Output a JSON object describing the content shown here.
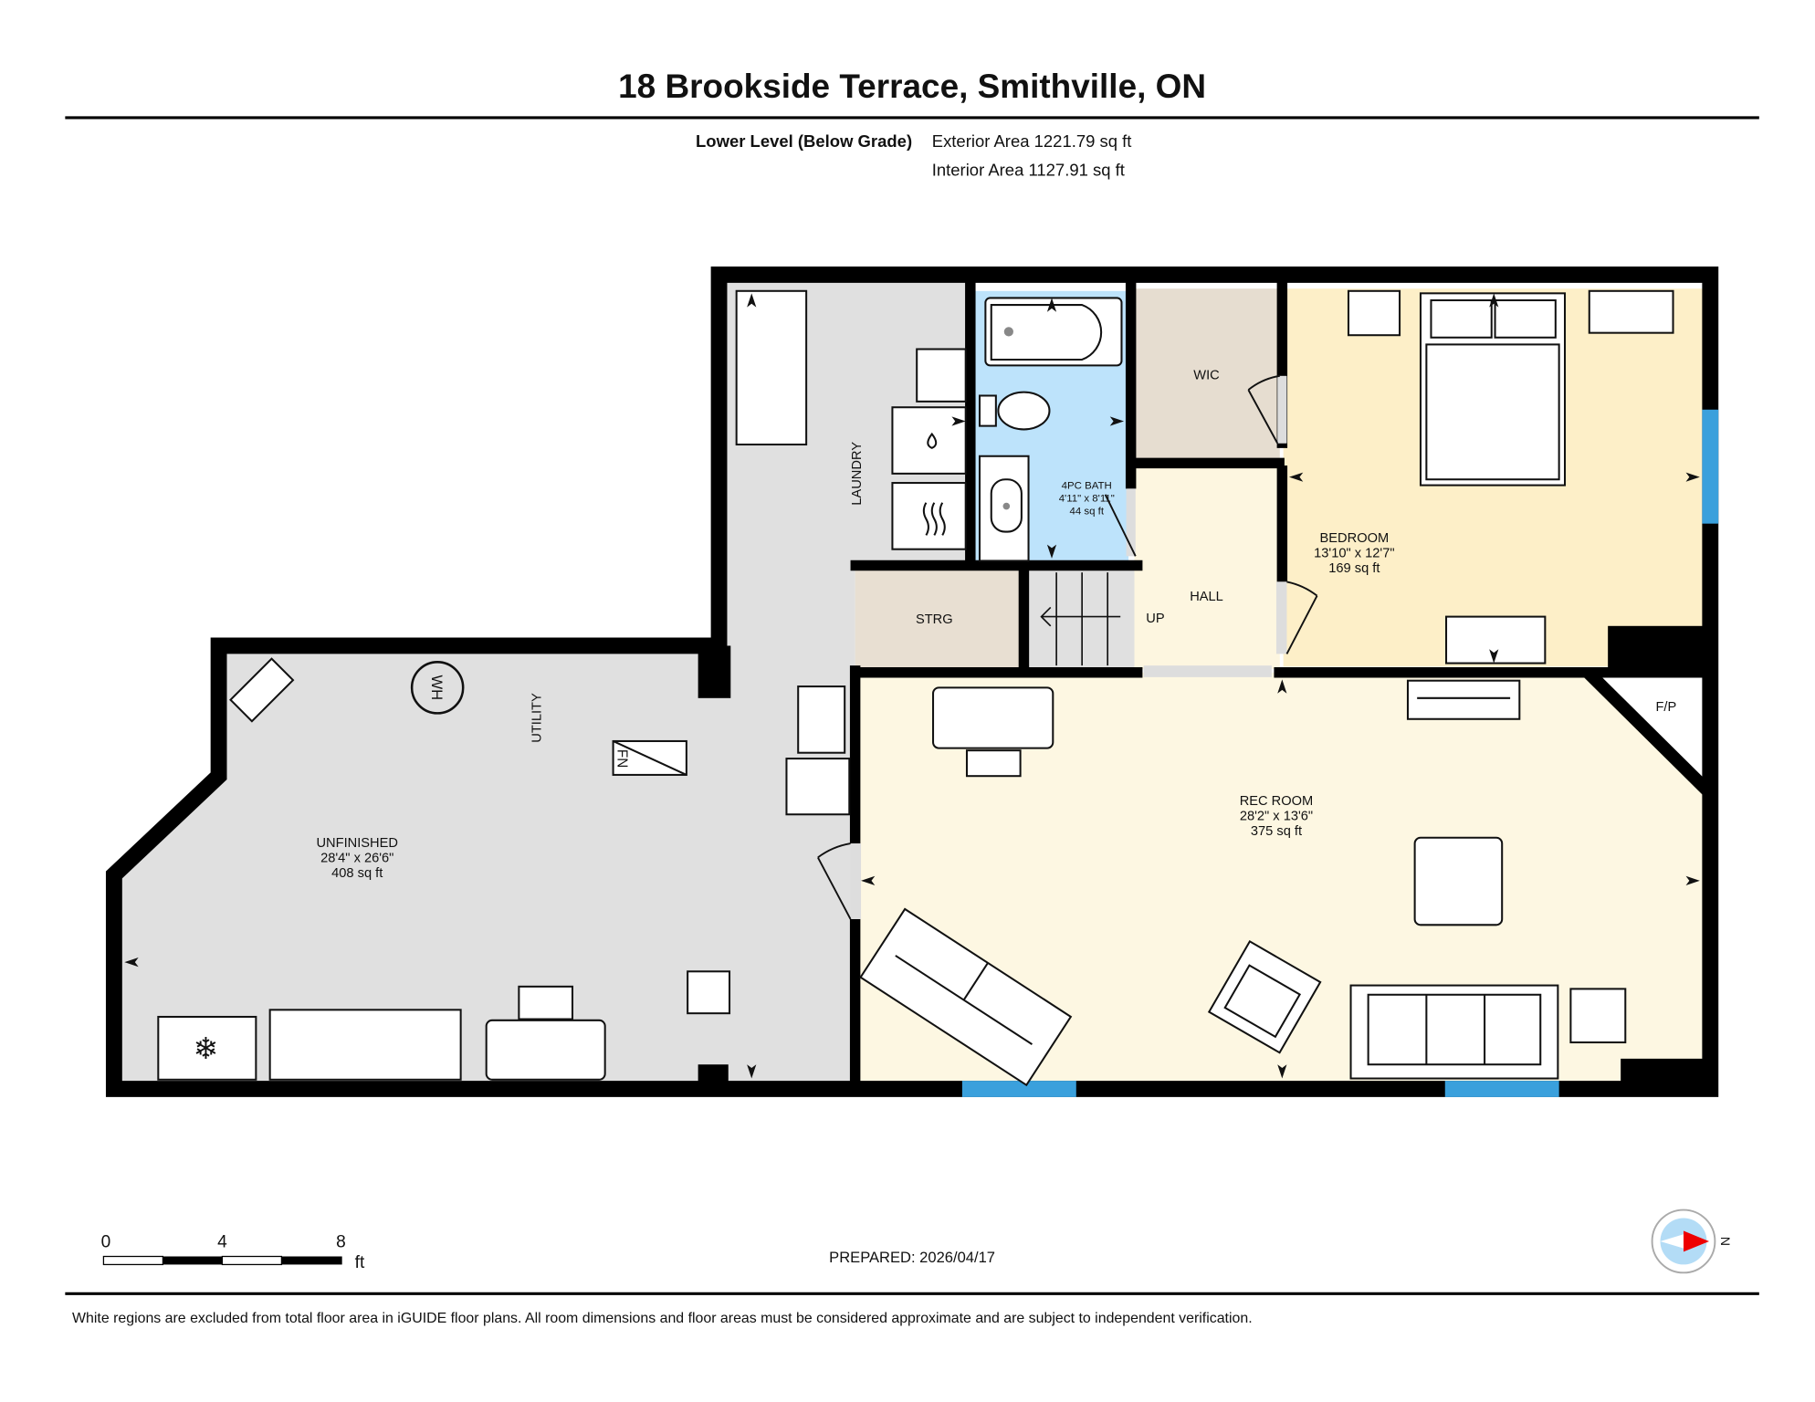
{
  "header": {
    "title": "18 Brookside Terrace, Smithville, ON",
    "level": "Lower Level (Below Grade)",
    "exterior_area": "Exterior Area 1221.79 sq ft",
    "interior_area": "Interior Area 1127.91 sq ft"
  },
  "rooms": {
    "laundry": {
      "name": "LAUNDRY"
    },
    "utility": {
      "name": "UTILITY"
    },
    "unfinished": {
      "name": "UNFINISHED",
      "dims": "28'4\" x 26'6\"",
      "area": "408 sq ft"
    },
    "bath": {
      "name": "4PC BATH",
      "dims": "4'11\" x 8'11\"",
      "area": "44 sq ft"
    },
    "wic": {
      "name": "WIC"
    },
    "hall": {
      "name": "HALL"
    },
    "stairs": {
      "name": "UP"
    },
    "storage": {
      "name": "STRG"
    },
    "bedroom": {
      "name": "BEDROOM",
      "dims": "13'10\" x 12'7\"",
      "area": "169 sq ft"
    },
    "rec_room": {
      "name": "REC ROOM",
      "dims": "28'2\" x 13'6\"",
      "area": "375 sq ft"
    },
    "fireplace": {
      "name": "F/P"
    }
  },
  "fixtures": {
    "water_heater": "WH",
    "furnace": "FN"
  },
  "room_colors": {
    "utility": "#e0e0e0",
    "bath": "#bde3fb",
    "wic": "#e6ddd0",
    "storage": "#e8dfd2",
    "hall": "#fdf6e0",
    "bedroom": "#fdefc8",
    "rec_room": "#fdf7e2",
    "window": "#3aa0dc"
  },
  "scale_bar": {
    "ticks": [
      "0",
      "4",
      "8"
    ],
    "unit": "ft"
  },
  "prepared": "PREPARED: 2026/04/17",
  "compass": {
    "label": "N",
    "icon": "north-arrow-icon"
  },
  "footer": {
    "disclaimer": "White regions are excluded from total floor area in iGUIDE floor plans. All room dimensions and floor areas must be considered approximate and are subject to independent verification."
  }
}
